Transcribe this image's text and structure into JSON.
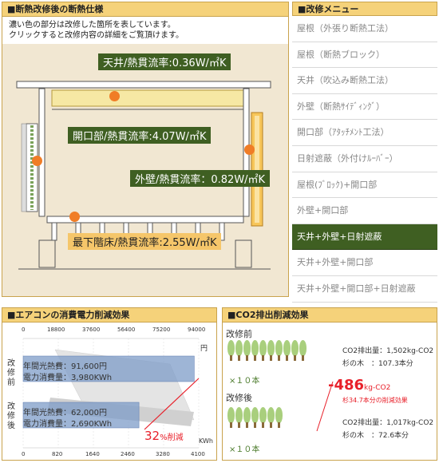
{
  "main": {
    "title": "■断熱改修後の断熱仕様",
    "note_line1": "濃い色の部分は改修した箇所を表しています。",
    "note_line2": "クリックすると改修内容の詳細をご覧頂けます。",
    "labels": {
      "ceiling": "天井/熱貫流率:0.36W/㎡K",
      "opening": "開口部/熱貫流率:4.07W/㎡K",
      "wall": "外壁/熱貫流率：0.82W/㎡K",
      "floor": "最下階床/熱貫流率:2.55W/㎡K"
    }
  },
  "menu": {
    "title": "■改修メニュー",
    "items": [
      {
        "label": "屋根（外張り断熱工法）",
        "active": false
      },
      {
        "label": "屋根（断熱ブロック）",
        "active": false
      },
      {
        "label": "天井（吹込み断熱工法）",
        "active": false
      },
      {
        "label": "外壁（断熱ｻｲﾃﾞｨﾝｸﾞ）",
        "active": false
      },
      {
        "label": "開口部（ｱﾀｯﾁﾒﾝﾄ工法）",
        "active": false
      },
      {
        "label": "日射遮蔽（外付けﾙｰﾊﾞｰ）",
        "active": false
      },
      {
        "label": "屋根(ﾌﾞﾛｯｸ)+開口部",
        "active": false
      },
      {
        "label": "外壁+開口部",
        "active": false
      },
      {
        "label": "天井+外壁+日射遮蔽",
        "active": true
      },
      {
        "label": "天井+外壁+開口部",
        "active": false
      },
      {
        "label": "天井+外壁+開口部+日射遮蔽",
        "active": false
      }
    ]
  },
  "energy": {
    "title": "■エアコンの消費電力削減効果",
    "before_label": "改修前",
    "after_label": "改修後",
    "unit_yen": "円",
    "unit_kwh": "KWh",
    "before_cost": "年間光熱費：91,600円",
    "before_power": "電力消費量：3,980KWh",
    "after_cost": "年間光熱費：62,000円",
    "after_power": "電力消費量：2,690KWh",
    "reduction_num": "32",
    "reduction_unit": "%削減",
    "colors": {
      "bar": "#7d9cc8",
      "accent": "#e8202a"
    }
  },
  "chart_data": {
    "type": "bar",
    "categories": [
      "改修前",
      "改修後"
    ],
    "series": [
      {
        "name": "年間光熱費",
        "values": [
          91600,
          62000
        ]
      },
      {
        "name": "電力消費量",
        "values": [
          3980,
          2690
        ]
      }
    ],
    "top_axis": {
      "ticks": [
        "0",
        "18800",
        "37600",
        "56400",
        "75200",
        "94000"
      ],
      "range": [
        0,
        94000
      ],
      "unit": "円"
    },
    "bottom_axis": {
      "ticks": [
        "0",
        "820",
        "1640",
        "2460",
        "3280",
        "4100"
      ],
      "range": [
        0,
        4100
      ],
      "unit": "KWh"
    }
  },
  "co2": {
    "title": "■CO2排出削減効果",
    "before_label": "改修前",
    "after_label": "改修後",
    "before_times": "×１０本",
    "after_times": "×１０本",
    "before_emission": "CO2排出量：1,502kg-CO2",
    "before_trees": "杉の木　：107.3本分",
    "after_emission": "CO2排出量：1,017kg-CO2",
    "after_trees": "杉の木　：72.6本分",
    "reduction": "-486",
    "reduction_unit": "kg-CO2",
    "reduction_note": "杉34.7本分の削減効果",
    "before_tree_count": 10,
    "after_tree_count": 7
  }
}
